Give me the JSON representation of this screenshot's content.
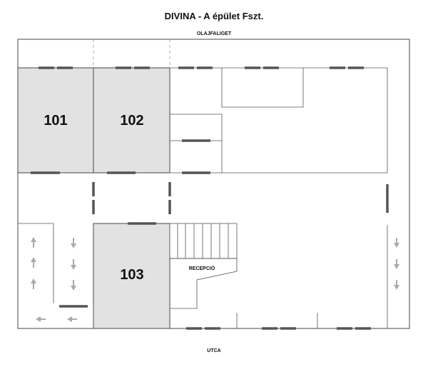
{
  "title": "DIVINA - A épület Fszt.",
  "top_label": "OLAJFALIGET",
  "bottom_label": "UTCA",
  "rooms": [
    {
      "number": "101"
    },
    {
      "number": "102"
    },
    {
      "number": "103"
    }
  ],
  "reception_label": "RECEPCIÓ",
  "colors": {
    "room_fill": "#e2e2e2",
    "wall": "#444444",
    "door": "#555555",
    "arrow": "#aaaaaa"
  },
  "icons": [
    "arrow-up-icon",
    "arrow-down-icon",
    "arrow-left-icon"
  ]
}
